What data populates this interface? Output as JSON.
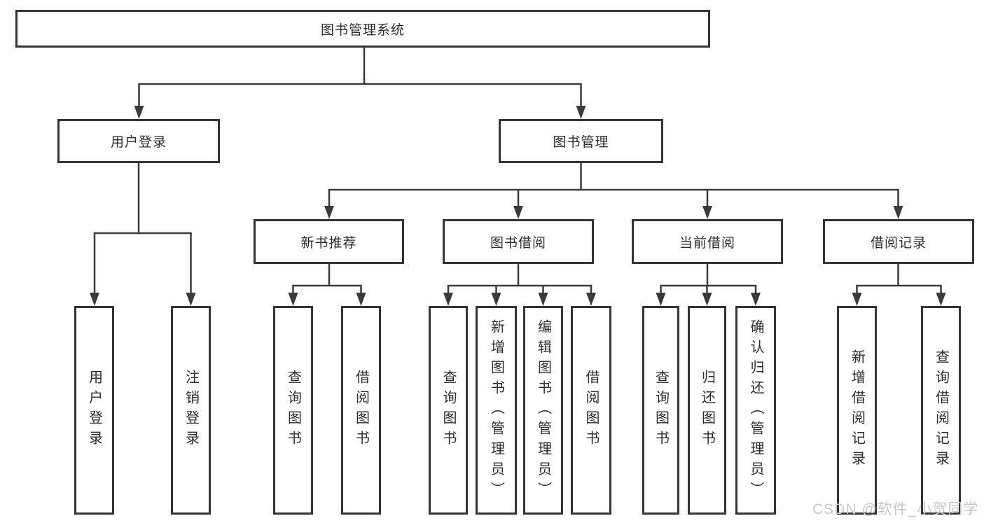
{
  "nodes": {
    "root": "图书管理系统",
    "user_login": "用户登录",
    "book_mgmt": "图书管理",
    "new_books": "新书推荐",
    "book_borrow": "图书借阅",
    "current_borrow": "当前借阅",
    "borrow_records": "借阅记录",
    "leaf_user_login": "用户登录",
    "leaf_logout": "注销登录",
    "leaf_nb_query": "查询图书",
    "leaf_nb_borrow": "借阅图书",
    "leaf_bb_query": "查询图书",
    "leaf_bb_add": "新增图书（管理员）",
    "leaf_bb_edit": "编辑图书（管理员）",
    "leaf_bb_borrow": "借阅图书",
    "leaf_cb_query": "查询图书",
    "leaf_cb_return": "归还图书",
    "leaf_cb_confirm": "确认归还（管理员）",
    "leaf_br_add": "新增借阅记录",
    "leaf_br_query": "查询借阅记录"
  },
  "hierarchy": {
    "图书管理系统": {
      "用户登录": [
        "用户登录",
        "注销登录"
      ],
      "图书管理": {
        "新书推荐": [
          "查询图书",
          "借阅图书"
        ],
        "图书借阅": [
          "查询图书",
          "新增图书（管理员）",
          "编辑图书（管理员）",
          "借阅图书"
        ],
        "当前借阅": [
          "查询图书",
          "归还图书",
          "确认归还（管理员）"
        ],
        "借阅记录": [
          "新增借阅记录",
          "查询借阅记录"
        ]
      }
    }
  },
  "watermark": {
    "text": "CSDN @软件_小贺同学",
    "color": "#c9c9cd"
  },
  "colors": {
    "line": "#3a3a3a",
    "box_border": "#343434",
    "text": "#2d2d2d",
    "background": "#ffffff"
  }
}
